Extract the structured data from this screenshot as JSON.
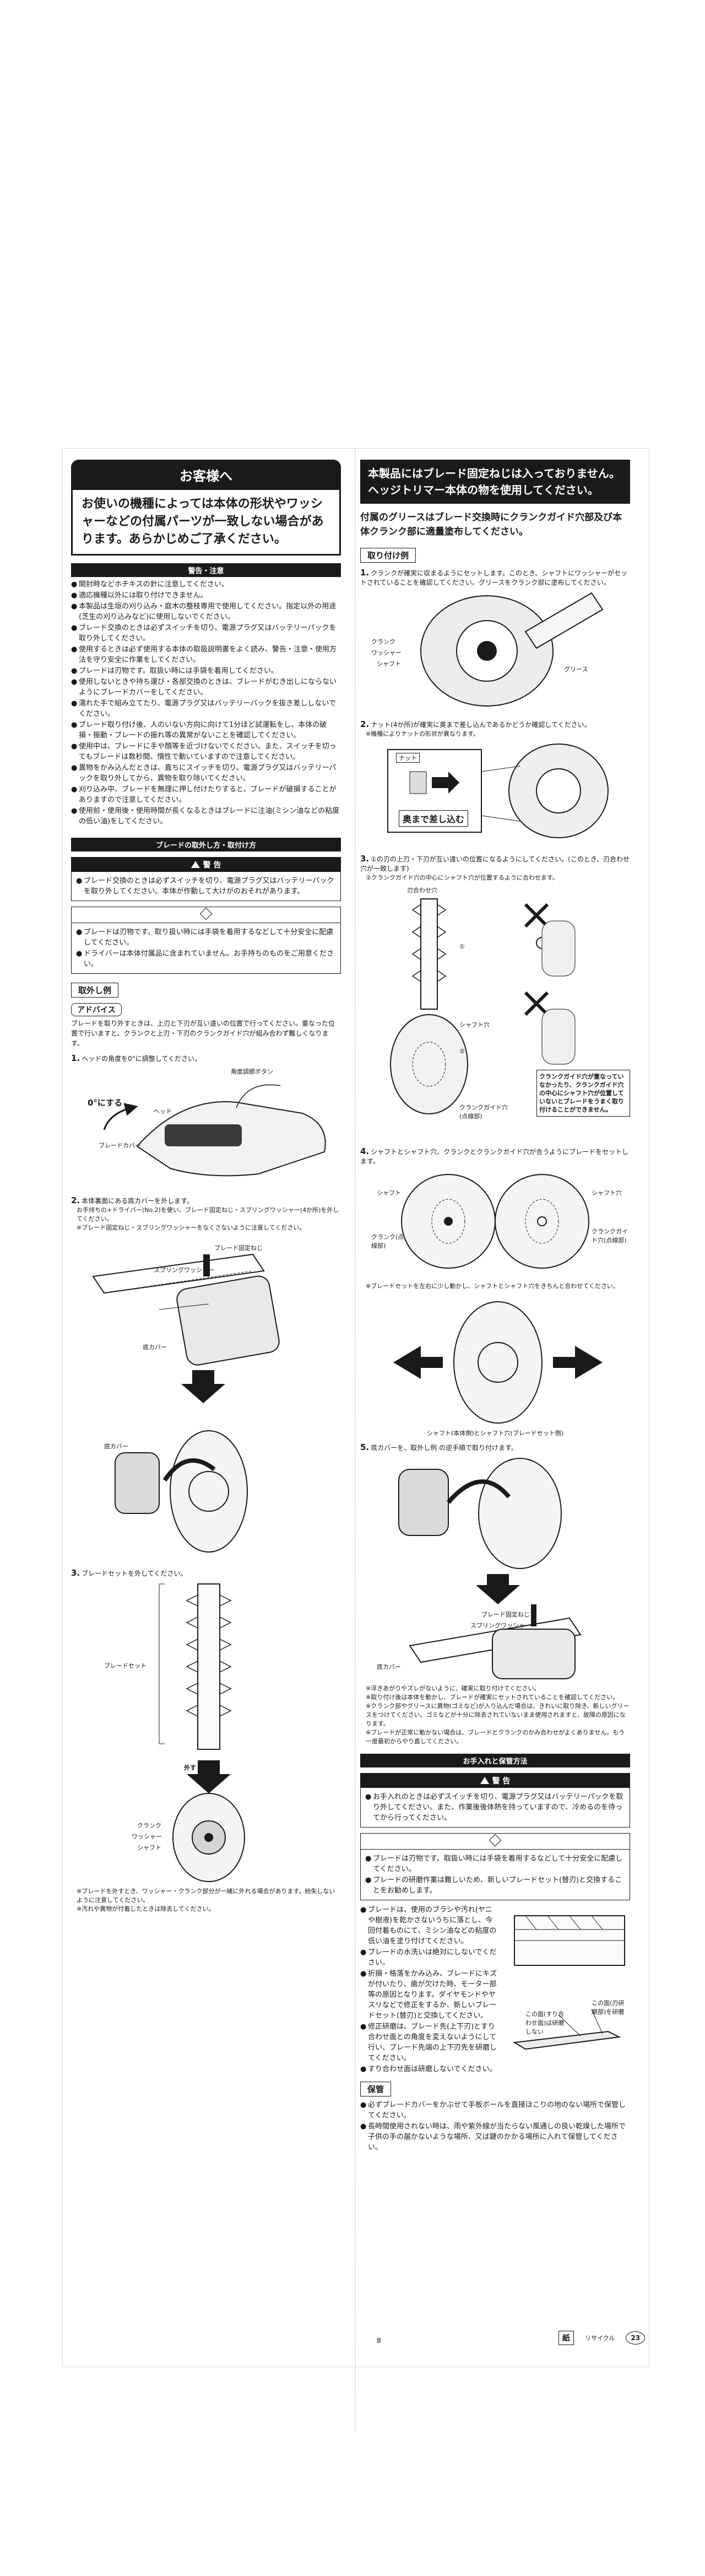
{
  "left": {
    "customer": {
      "title": "お客様へ",
      "headline": "お使いの機種によっては本体の形状やワッシャーなどの付属パーツが一致しない場合があります。あらかじめご了承ください。"
    },
    "cautions": {
      "title": "警告・注意",
      "items": [
        "開封時などホチキスの針に注意してください。",
        "適応機種以外には取り付けできません。",
        "本製品は生垣の刈り込み・庭木の整枝専用で使用してください。指定以外の用途(芝生の刈り込みなど)に使用しないでください。",
        "ブレード交換のときは必ずスイッチを切り、電源プラグ又はバッテリーパックを取り外してください。",
        "使用するときは必ず使用する本体の取扱説明書をよく読み、警告・注意・使用方法を守り安全に作業をしてください。",
        "ブレードは刃物です。取扱い時には手袋を着用してください。",
        "使用しないときや持ち運び・各部交換のときは、ブレードがむき出しにならないようにブレードカバーをしてください。",
        "濡れた手で組み立てたり、電源プラグ又はバッテリーパックを抜き差ししないでください。",
        "ブレード取り付け後、人のいない方向に向けて1分ほど試運転をし、本体の破損・振動・ブレードの振れ等の異常がないことを確認してください。",
        "使用中は、ブレードに手や顔等を近づけないでください。また、スイッチを切ってもブレードは数秒間、惰性で動いていますので注意してください。",
        "異物をかみ込んだときは、直ちにスイッチを切り、電源プラグ又はバッテリーパックを取り外してから、異物を取り除いてください。",
        "刈り込み中、ブレードを無理に押し付けたりすると、ブレードが破損することがありますので注意してください。",
        "使用前・使用後・使用時間が長くなるときはブレードに注油(ミシン油などの粘度の低い油)をしてください。"
      ]
    },
    "mount": {
      "title": "ブレードの取外し方・取付け方",
      "warning": "警 告",
      "warn_text": "ブレード交換のときは必ずスイッチを切り、電源プラグ又はバッテリーパックを取り外してください。本体が作動して大けがのおそれがあります。",
      "note_items": [
        "ブレードは刃物です。取り扱い時には手袋を着用するなどして十分安全に配慮してください。",
        "ドライバーは本体付属品に含まれていません。お手持ちのものをご用意ください。"
      ]
    },
    "removal": {
      "title": "取外し例",
      "advice": "アドバイス",
      "advice_text": "ブレードを取り外すときは、上刃と下刃が互い違いの位置で行ってください。重なった位置で行いますと、クランクと上刃・下刃のクランクガイド穴が組み合わず難しくなります。",
      "step1": "ヘッドの角度を0°に調整してください。",
      "step1_labels": {
        "angle": "角度調節ボタン",
        "zero": "0°にする",
        "head": "ヘッド",
        "cover": "ブレードカバー"
      },
      "step2": "本体裏面にある底カバーを外します。",
      "step2_sub": "お手持ちの+ドライバー(No.2)を使い、ブレード固定ねじ・スプリングワッシャー(4か所)を外してください。",
      "step2_note": "※ブレード固定ねじ・スプリングワッシャーをなくさないように注意してください。",
      "step2_labels": {
        "screw": "ブレード固定ねじ",
        "washer": "スプリングワッシャー",
        "bottom": "底カバー",
        "bottom2": "底カバー"
      },
      "step3": "ブレードセットを外してください。",
      "step3_labels": {
        "set": "ブレードセット",
        "remove": "外す",
        "crank": "クランク",
        "washer": "ワッシャー",
        "shaft": "シャフト"
      },
      "step3_notes": [
        "※ブレードを外すとき、ワッシャー・クランク部分が一緒に外れる場合があります。紛失しないように注意してください。",
        "※汚れや異物が付着したときは除去してください。"
      ]
    },
    "page_number": "8"
  },
  "right": {
    "headline": "本製品にはブレード固定ねじは入っておりません。ヘッジトリマー本体の物を使用してください。",
    "grease_para": "付属のグリースはブレード交換時にクランクガイド穴部及び本体クランク部に適量塗布してください。",
    "install": {
      "title": "取り付け例",
      "step1": "クランクが確実に収まるようにセットします。このとき、シャフトにワッシャーがセットされていることを確認してください。グリースをクランク部に塗布してください。",
      "step1_labels": {
        "crank": "クランク",
        "washer": "ワッシャー",
        "shaft": "シャフト",
        "grease": "グリース"
      },
      "step2": "ナット(4か所)が確実に奥まで差し込んであるかどうか確認してください。",
      "step2_note": "※機種によりナットの形状が異なります。",
      "step2_labels": {
        "nut": "ナット",
        "insert": "奥まで差し込む"
      },
      "step3": "①の刃の上刃・下刃が互い違いの位置になるようにしてください。(このとき、刃合わせ穴が一致します)",
      "step3_sub": "②クランクガイド穴の中心にシャフト穴が位置するように合わせます。",
      "step3_labels": {
        "holes": "刃合わせ穴",
        "shaft_hole": "シャフト穴",
        "guide": "クランクガイド穴(点線部)",
        "c1": "①",
        "c2": "②",
        "warn_box": "クランクガイド穴が重なっていなかったり、クランクガイド穴の中心にシャフト穴が位置していないとブレードをうまく取り付けることができません。"
      },
      "step4": "シャフトとシャフト穴、クランクとクランクガイド穴が合うようにブレードをセットします。",
      "step4_labels": {
        "shaft": "シャフト",
        "shaft_hole": "シャフト穴",
        "crank": "クランク(点線部)",
        "guide": "クランクガイド穴(点線部)"
      },
      "step4_note": "※ブレードセットを左右に少し動かし、シャフトとシャフト穴をきちんと合わせてください。",
      "step4_caption": "シャフト(本体側)とシャフト穴(ブレードセット側)",
      "step5": "底カバーを、取外し例 の逆手順で取り付けます。",
      "step5_labels": {
        "screw": "ブレード固定ねじ",
        "washer": "スプリングワッシャー",
        "bottom": "底カバー"
      },
      "step5_notes": [
        "※浮きあがりやズレがないように、確実に取り付けてください。",
        "※取り付け後は本体を動かし、ブレードが確実にセットされていることを確認してください。",
        "※クランク部やグリースに異物(ゴミなど)が入り込んだ場合は、きれいに取り除き、新しいグリースをつけてください。ゴミなどが十分に除去されていないまま使用されますと、故障の原因になります。",
        "※ブレードが正常に動かない場合は、ブレードとクランクのかみ合わせがよくありません。もう一度最初からやり直してください。"
      ]
    },
    "care": {
      "title": "お手入れと保管方法",
      "warning": "警 告",
      "warn_text": "お手入れのときは必ずスイッチを切り、電源プラグ又はバッテリーパックを取り外してください。また、作業後後体熱を持っていますので、冷めるのを待ってから行ってください。",
      "note_items": [
        "ブレードは刃物です。取扱い時には手袋を着用するなどして十分安全に配慮してください。",
        "ブレードの研磨作業は難しいため、新しいブレードセット(替刃)と交換することをお勧めします。"
      ],
      "items": [
        "ブレードは、使用のブラシや汚れ(ヤニや樹液)を乾かさないうちに落とし、今回付着ものにて、ミシン油などの粘度の低い油を塗り付けてください。",
        "ブレードの水洗いは絶対にしないでください。",
        "折損・格落をかみ込み、ブレードにキズが付いたり、歯が欠けた時、モーター部等の原因となります。ダイヤモンドやヤスリなどで修正をするか、新しいブレードセット(替刃)と交換してください。",
        "修正研磨は、ブレード先(上下刃)とすり合わせ面との角度を変えないようにして行い、ブレード先端の上下刃先を研磨してください。",
        "すり合わせ面は研磨しないでください。"
      ],
      "labels": {
        "face": "この面(刃研磨部)を研磨",
        "no": "この面(すり合わせ面)は研磨しない"
      },
      "storage_title": "保管",
      "storage_items": [
        "必ずブレードカバーをかぶせて手板ボールを直接ほこりの地のない場所で保管してください。",
        "長時間使用されない時は、雨や紫外線が当たらない風通しの良い乾燥した場所で子供の手の届かないような場所、又は鍵のかかる場所に入れて保管してください。"
      ]
    },
    "footer": {
      "left_mark": "紙",
      "left_sub": "リサイクル",
      "num": "23"
    }
  }
}
